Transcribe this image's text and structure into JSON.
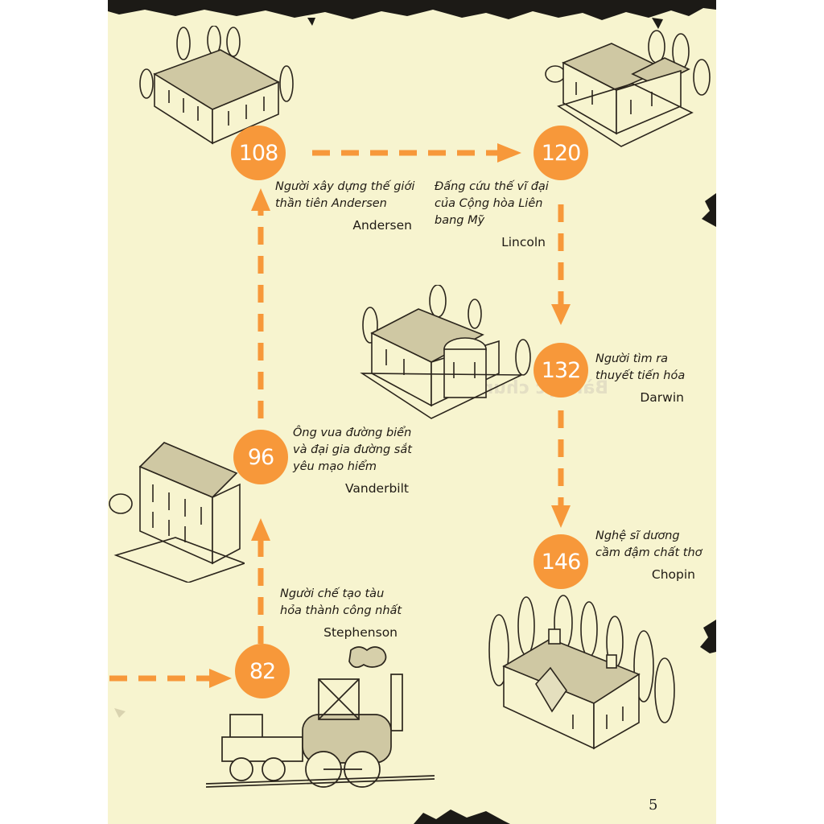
{
  "colors": {
    "paper": "#f7f4cf",
    "accent": "#f7983a",
    "ink": "#1f1a14"
  },
  "milestones": [
    {
      "number": "108",
      "lines": [
        "Người xây dựng thế giới",
        "thần tiên Andersen"
      ],
      "name": "Andersen"
    },
    {
      "number": "120",
      "lines": [
        "Đấng cứu thế vĩ đại",
        "của Cộng hòa Liên",
        "bang Mỹ"
      ],
      "name": "Lincoln"
    },
    {
      "number": "132",
      "lines": [
        "Người tìm ra",
        "thuyết tiến hóa"
      ],
      "name": "Darwin"
    },
    {
      "number": "96",
      "lines": [
        "Ông vua đường biển",
        "và đại gia đường sắt",
        "yêu  mạo hiểm"
      ],
      "name": "Vanderbilt"
    },
    {
      "number": "146",
      "lines": [
        "Nghệ sĩ dương",
        "cầm đậm chất thơ"
      ],
      "name": "Chopin"
    },
    {
      "number": "82",
      "lines": [
        "Người chế tạo tàu",
        "hỏa thành công nhất"
      ],
      "name": "Stephenson"
    }
  ],
  "page_number": "5",
  "illustrations": [
    "house-icon",
    "villa-icon",
    "mansion-icon",
    "manor-icon",
    "cottage-icon",
    "steam-locomotive-icon"
  ]
}
